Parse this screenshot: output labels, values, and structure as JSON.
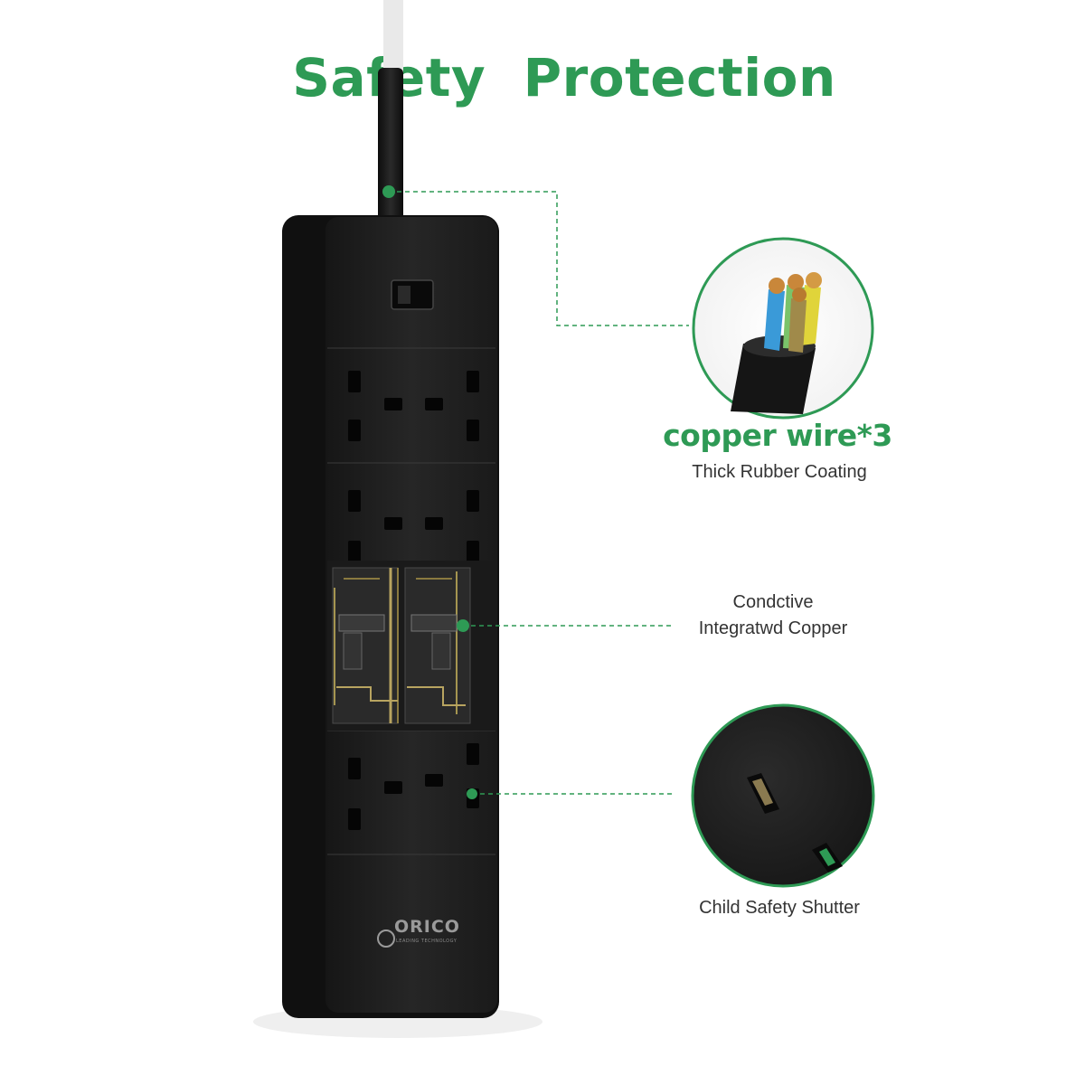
{
  "title": {
    "word1": "Safety",
    "word2": "Protection"
  },
  "callouts": {
    "wire": {
      "headline": "copper wire*3",
      "caption": "Thick Rubber Coating"
    },
    "copper": {
      "line1": "Condctive",
      "line2": "Integratwd Copper"
    },
    "shutter": {
      "caption": "Child Safety Shutter"
    }
  },
  "brand": {
    "logo": "ORICO",
    "tagline": "LEADING TECHNOLOGY"
  },
  "colors": {
    "accent": "#2e9a55",
    "body": "#1c1c1c"
  }
}
